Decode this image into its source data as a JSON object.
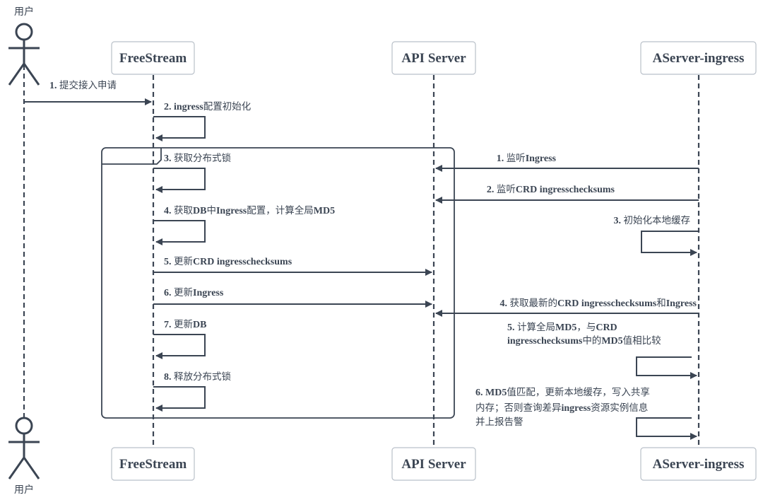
{
  "actor": {
    "label": "用户"
  },
  "participants": {
    "freestream": "FreeStream",
    "apiserver": "API Server",
    "aserver": "AServer-ingress"
  },
  "messages": {
    "u1": {
      "num": "1.",
      "parts": [
        "提交接入申请"
      ]
    },
    "f2": {
      "num": "2.",
      "parts": [
        "ingress",
        "配置初始化"
      ]
    },
    "f3": {
      "num": "3.",
      "parts": [
        "获取分布式锁"
      ]
    },
    "f4": {
      "num": "4.",
      "parts": [
        "获取",
        "DB",
        "中",
        "Ingress",
        "配置，计算全局",
        "MD5"
      ]
    },
    "f5": {
      "num": "5.",
      "parts": [
        "更新",
        "CRD ingresschecksums"
      ]
    },
    "f6": {
      "num": "6.",
      "parts": [
        "更新",
        "Ingress"
      ]
    },
    "f7": {
      "num": "7.",
      "parts": [
        "更新",
        "DB"
      ]
    },
    "f8": {
      "num": "8.",
      "parts": [
        "释放分布式锁"
      ]
    },
    "a1": {
      "num": "1.",
      "parts": [
        "监听",
        "Ingress"
      ]
    },
    "a2": {
      "num": "2.",
      "parts": [
        "监听",
        "CRD ingresschecksums"
      ]
    },
    "a3": {
      "num": "3.",
      "parts": [
        "初始化本地缓存"
      ]
    },
    "a4": {
      "num": "4.",
      "parts": [
        "获取最新的",
        "CRD ingresschecksums",
        "和",
        "Ingress"
      ]
    },
    "a5_l1": {
      "num": "5.",
      "parts": [
        "计算全局",
        "MD5",
        "，与",
        "CRD"
      ]
    },
    "a5_l2": {
      "parts": [
        "ingresschecksums",
        "中的",
        "MD5",
        "值相比较"
      ]
    },
    "a6_l1": {
      "num": "6.",
      "parts": [
        "MD5",
        "值匹配，更新本地缓存，写入共享"
      ]
    },
    "a6_l2": {
      "parts": [
        "内存；否则查询差异",
        "ingress",
        "资源实例信息"
      ]
    },
    "a6_l3": {
      "parts": [
        "并上报告警"
      ]
    }
  }
}
